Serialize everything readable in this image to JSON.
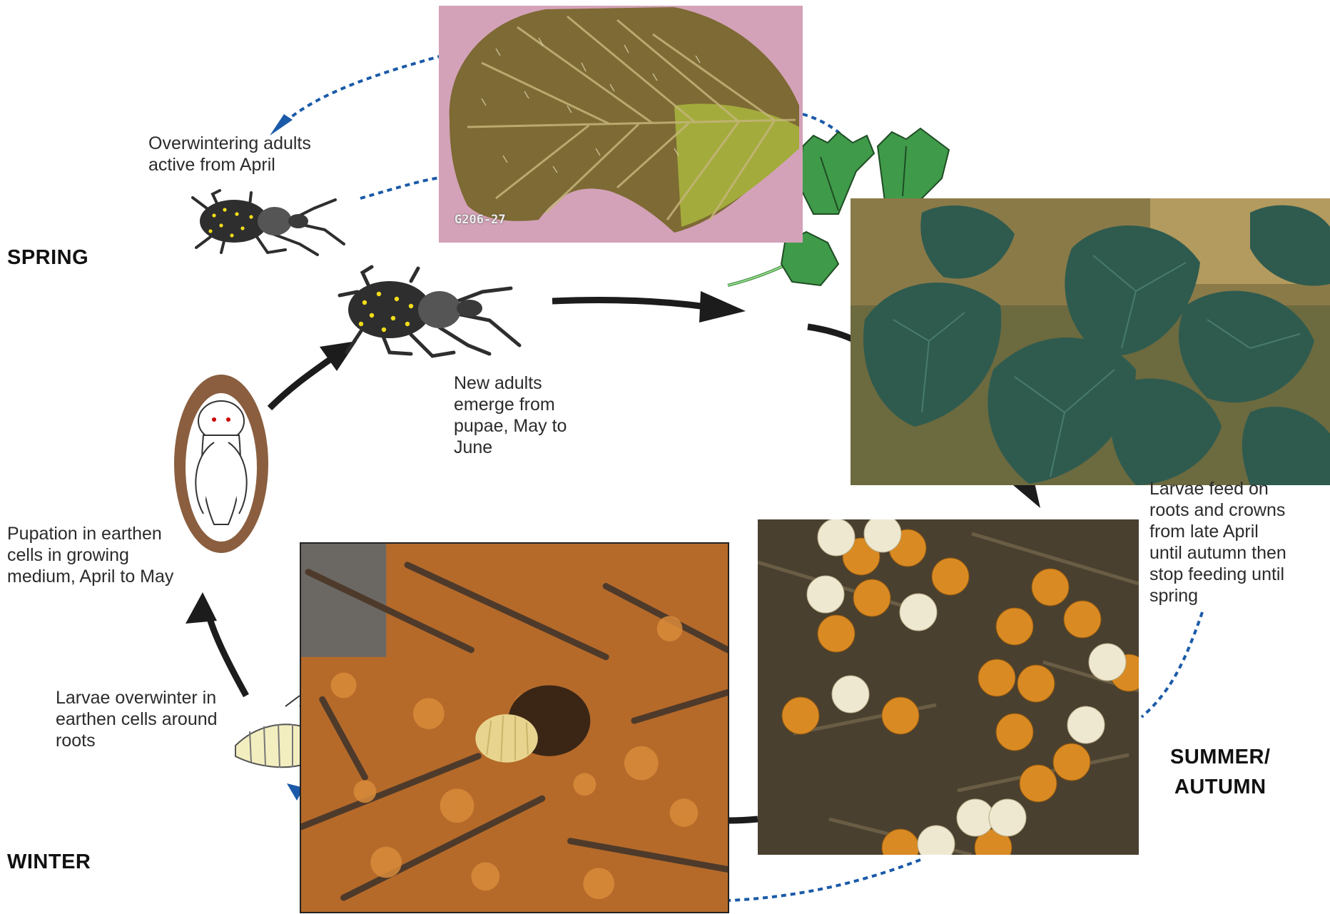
{
  "seasons": {
    "spring": "SPRING",
    "summer_autumn": "SUMMER/\nAUTUMN",
    "winter": "WINTER"
  },
  "stages": {
    "overwintering_adults": "Overwintering adults\nactive from April",
    "new_adults": "New adults\nemerge from\npupae,  May to\nJune",
    "pupation": "Pupation in earthen\ncells in growing\nmedium, April to May",
    "larvae_overwinter": "Larvae overwinter in\nearthen cells around\nroots",
    "larvae_feed": "Larvae feed on\nroots and crowns\nfrom late April\nuntil autumn then\nstop feeding until\nspring"
  },
  "photos": {
    "leaf_damage_code": "G206-27"
  },
  "colors": {
    "solid_arrow": "#1c1c1c",
    "dashed_arrow": "#1a5aa8",
    "weevil_body": "#2e2e2e",
    "weevil_spots": "#f2dd1a",
    "pupa_cell": "#8a5e3f",
    "leaf_green": "#3f9a4a",
    "egg_orange": "#d98a22",
    "egg_white": "#efe8d0"
  },
  "icons": [
    "weevil-icon",
    "pupa-icon",
    "larva-icon",
    "strawberry-leaf-icon"
  ]
}
